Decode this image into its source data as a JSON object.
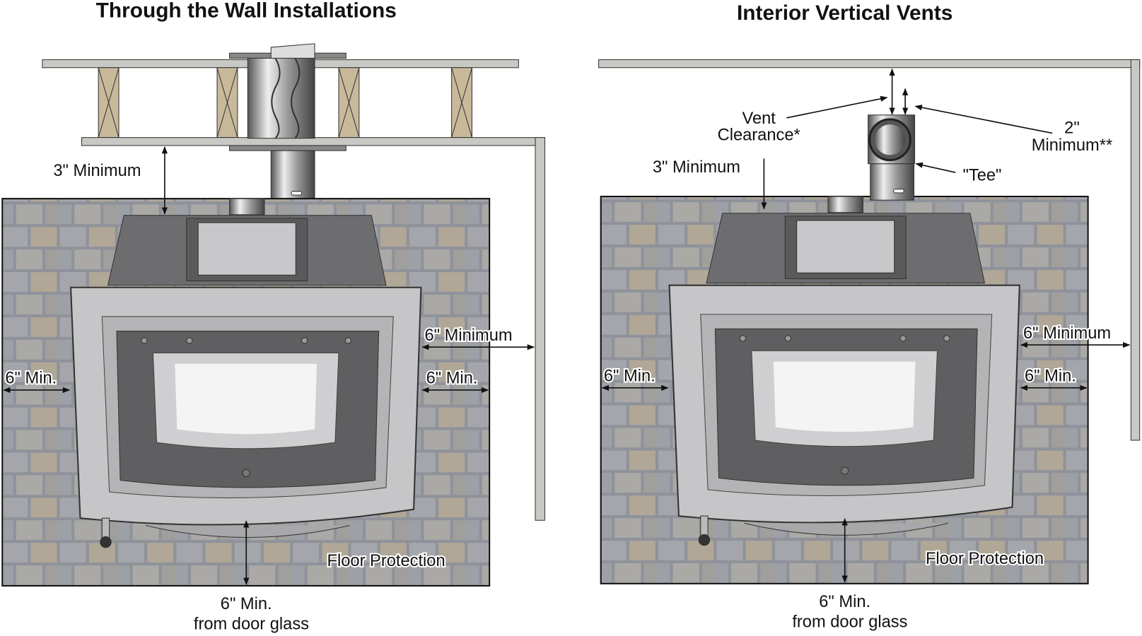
{
  "left": {
    "title": "Through the Wall Installations",
    "min_top": "3\" Minimum",
    "min_side_wall": "6\" Minimum",
    "min_left": "6\" Min.",
    "min_right": "6\" Min.",
    "floor": "Floor Protection",
    "front_1": "6\" Min.",
    "front_2": "from door glass"
  },
  "right": {
    "title": "Interior Vertical Vents",
    "vent_1": "Vent",
    "vent_2": "Clearance*",
    "two_1": "2\"",
    "two_2": "Minimum**",
    "tee": "\"Tee\"",
    "min_top": "3\" Minimum",
    "min_side_wall": "6\" Minimum",
    "min_left": "6\" Min.",
    "min_right": "6\" Min.",
    "floor": "Floor Protection",
    "front_1": "6\" Min.",
    "front_2": "from door glass"
  }
}
